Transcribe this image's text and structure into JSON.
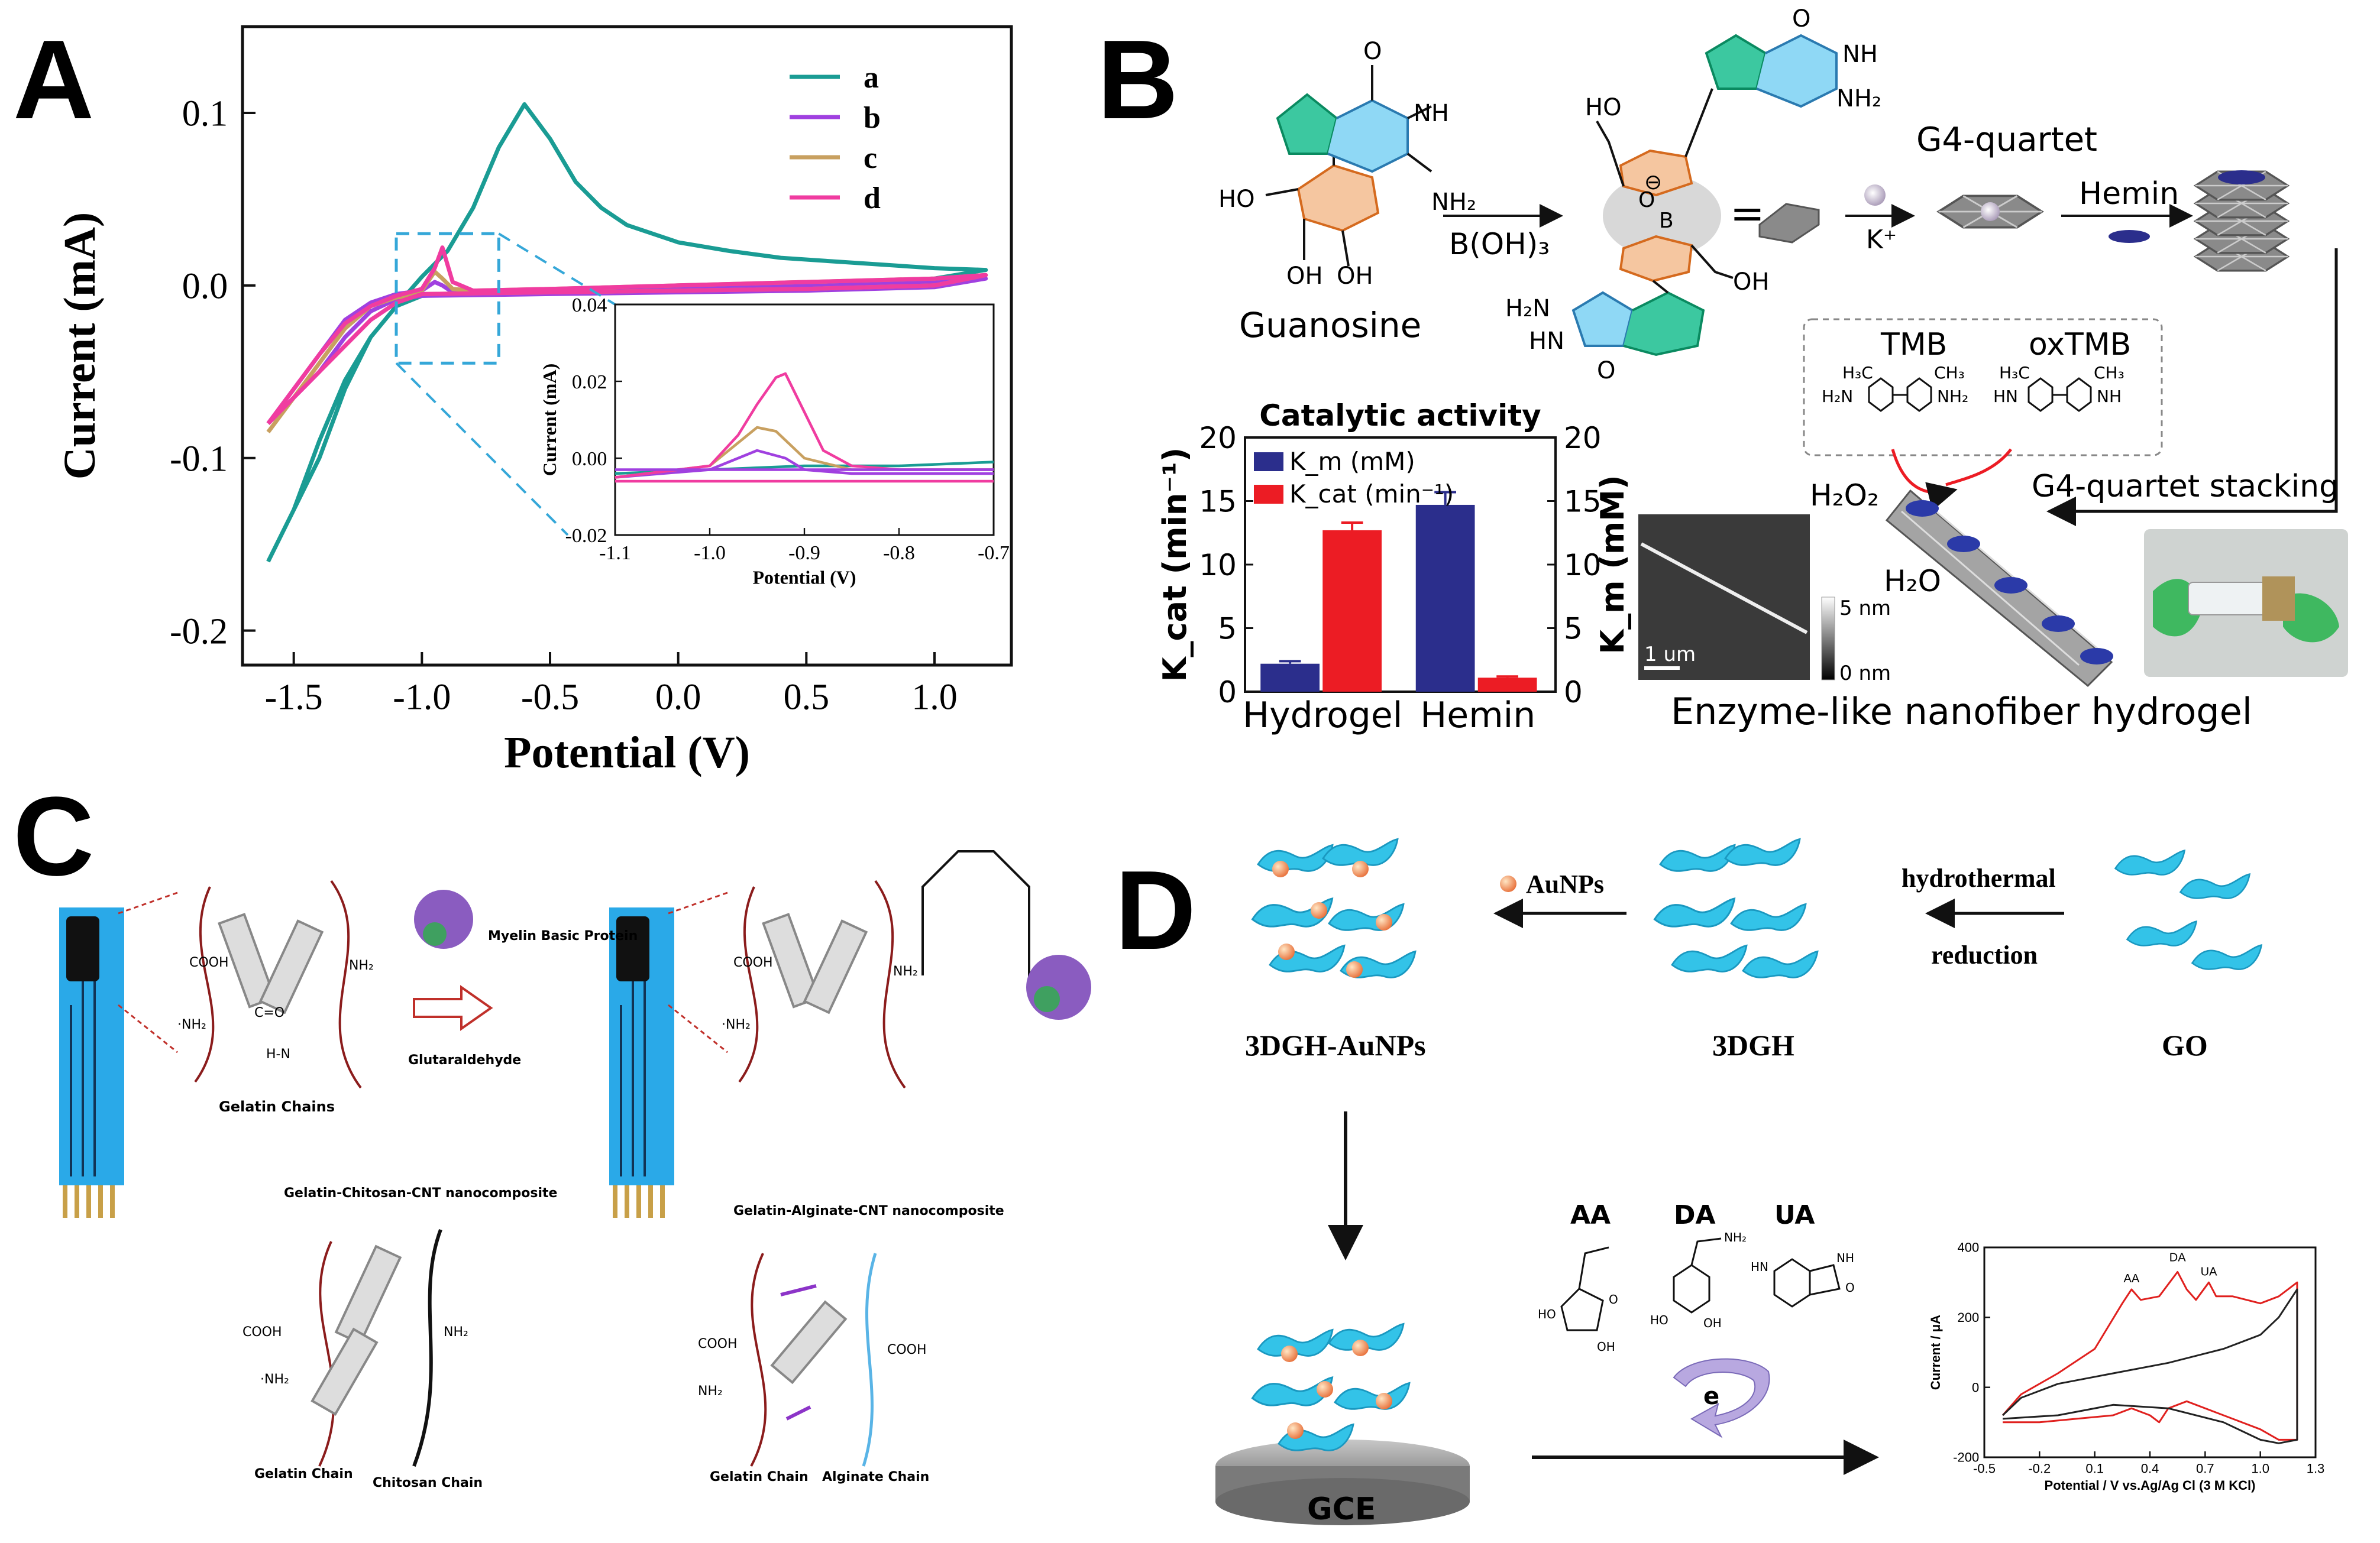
{
  "panels": {
    "A": {
      "letter": "A"
    },
    "B": {
      "letter": "B"
    },
    "C": {
      "letter": "C"
    },
    "D": {
      "letter": "D"
    }
  },
  "chart_data": [
    {
      "type": "line",
      "panel": "A",
      "xlabel": "Potential (V)",
      "ylabel": "Current (mA)",
      "xlim": [
        -1.7,
        1.3
      ],
      "ylim": [
        -0.22,
        0.15
      ],
      "xticks": [
        "-1.5",
        "-1.0",
        "-0.5",
        "0.0",
        "0.5",
        "1.0"
      ],
      "xtick_values": [
        -1.5,
        -1.0,
        -0.5,
        0.0,
        0.5,
        1.0
      ],
      "yticks": [
        "-0.2",
        "-0.1",
        "0.0",
        "0.1"
      ],
      "ytick_values": [
        -0.2,
        -0.1,
        0.0,
        0.1
      ],
      "legend_position": "top-right",
      "series": [
        {
          "name": "a",
          "color": "#1a9c94",
          "x": [
            -1.6,
            -1.5,
            -1.4,
            -1.3,
            -1.2,
            -1.1,
            -1.0,
            -0.9,
            -0.8,
            -0.7,
            -0.6,
            -0.5,
            -0.4,
            -0.3,
            -0.2,
            0.0,
            0.2,
            0.4,
            0.6,
            0.8,
            1.0,
            1.2,
            1.0,
            0.8,
            0.6,
            0.4,
            0.2,
            0.0,
            -0.2,
            -0.4,
            -0.6,
            -0.8,
            -1.0,
            -1.1,
            -1.2,
            -1.3,
            -1.4,
            -1.5,
            -1.6
          ],
          "y": [
            -0.16,
            -0.13,
            -0.09,
            -0.055,
            -0.03,
            -0.012,
            0.005,
            0.02,
            0.045,
            0.08,
            0.105,
            0.085,
            0.06,
            0.045,
            0.035,
            0.025,
            0.02,
            0.016,
            0.014,
            0.012,
            0.01,
            0.009,
            0.004,
            0.003,
            0.002,
            0.001,
            0.0,
            -0.001,
            -0.002,
            -0.003,
            -0.004,
            -0.005,
            -0.006,
            -0.012,
            -0.03,
            -0.06,
            -0.1,
            -0.13,
            -0.16
          ]
        },
        {
          "name": "b",
          "color": "#a040e0",
          "x": [
            -1.6,
            -1.5,
            -1.4,
            -1.3,
            -1.2,
            -1.1,
            -1.0,
            -0.95,
            -0.92,
            -0.88,
            -0.8,
            -0.5,
            0.0,
            0.5,
            1.0,
            1.2,
            1.0,
            0.5,
            0.0,
            -0.5,
            -1.0,
            -1.1,
            -1.2,
            -1.3,
            -1.4,
            -1.5,
            -1.6
          ],
          "y": [
            -0.08,
            -0.06,
            -0.04,
            -0.02,
            -0.01,
            -0.005,
            -0.003,
            0.002,
            0.0,
            -0.004,
            -0.004,
            -0.003,
            -0.002,
            0.0,
            0.002,
            0.004,
            -0.001,
            -0.003,
            -0.004,
            -0.005,
            -0.006,
            -0.008,
            -0.015,
            -0.03,
            -0.05,
            -0.065,
            -0.08
          ]
        },
        {
          "name": "c",
          "color": "#c8a060",
          "x": [
            -1.6,
            -1.5,
            -1.4,
            -1.3,
            -1.2,
            -1.1,
            -1.0,
            -0.95,
            -0.92,
            -0.88,
            -0.8,
            -0.5,
            0.0,
            0.5,
            1.0,
            1.2,
            1.0,
            0.5,
            0.0,
            -0.5,
            -1.0,
            -1.1,
            -1.2,
            -1.3,
            -1.4,
            -1.5,
            -1.6
          ],
          "y": [
            -0.085,
            -0.065,
            -0.045,
            -0.025,
            -0.012,
            -0.006,
            -0.003,
            0.008,
            0.004,
            -0.002,
            -0.003,
            -0.002,
            0.0,
            0.002,
            0.004,
            0.006,
            0.0,
            -0.002,
            -0.003,
            -0.004,
            -0.005,
            -0.007,
            -0.012,
            -0.025,
            -0.045,
            -0.065,
            -0.085
          ]
        },
        {
          "name": "d",
          "color": "#f03ca0",
          "x": [
            -1.6,
            -1.5,
            -1.4,
            -1.3,
            -1.2,
            -1.1,
            -1.0,
            -0.95,
            -0.92,
            -0.88,
            -0.8,
            -0.5,
            0.0,
            0.5,
            1.0,
            1.2,
            1.0,
            0.5,
            0.0,
            -0.5,
            -1.0,
            -1.1,
            -1.2,
            -1.3,
            -1.4,
            -1.5,
            -1.6
          ],
          "y": [
            -0.08,
            -0.06,
            -0.04,
            -0.022,
            -0.012,
            -0.006,
            -0.002,
            0.01,
            0.022,
            0.002,
            -0.003,
            -0.002,
            0.0,
            0.002,
            0.004,
            0.006,
            0.0,
            -0.002,
            -0.003,
            -0.004,
            -0.005,
            -0.01,
            -0.02,
            -0.035,
            -0.05,
            -0.065,
            -0.08
          ]
        }
      ]
    },
    {
      "type": "line",
      "panel": "A-inset",
      "xlabel": "Potential (V)",
      "ylabel": "Current (mA)",
      "xlim": [
        -1.1,
        -0.7
      ],
      "ylim": [
        -0.02,
        0.04
      ],
      "xticks": [
        "-1.1",
        "-1.0",
        "-0.9",
        "-0.8",
        "-0.7"
      ],
      "xtick_values": [
        -1.1,
        -1.0,
        -0.9,
        -0.8,
        -0.7
      ],
      "yticks": [
        "-0.02",
        "0.00",
        "0.02",
        "0.04"
      ],
      "ytick_values": [
        -0.02,
        0.0,
        0.02,
        0.04
      ],
      "series": [
        {
          "name": "a",
          "color": "#1a9c94",
          "x": [
            -1.1,
            -1.0,
            -0.9,
            -0.8,
            -0.7
          ],
          "y": [
            -0.004,
            -0.003,
            -0.002,
            -0.002,
            -0.001
          ]
        },
        {
          "name": "b",
          "color": "#a040e0",
          "x": [
            -1.1,
            -1.0,
            -0.97,
            -0.95,
            -0.92,
            -0.9,
            -0.85,
            -0.8,
            -0.7
          ],
          "y": [
            -0.005,
            -0.003,
            0.0,
            0.002,
            0.0,
            -0.003,
            -0.004,
            -0.004,
            -0.004
          ]
        },
        {
          "name": "c",
          "color": "#c8a060",
          "x": [
            -1.1,
            -1.0,
            -0.97,
            -0.95,
            -0.93,
            -0.9,
            -0.85,
            -0.8,
            -0.7
          ],
          "y": [
            -0.005,
            -0.002,
            0.004,
            0.008,
            0.007,
            0.0,
            -0.003,
            -0.003,
            -0.003
          ]
        },
        {
          "name": "d",
          "color": "#f03ca0",
          "x": [
            -1.1,
            -1.0,
            -0.97,
            -0.95,
            -0.93,
            -0.92,
            -0.9,
            -0.88,
            -0.85,
            -0.8,
            -0.7
          ],
          "y": [
            -0.005,
            -0.002,
            0.006,
            0.014,
            0.021,
            0.022,
            0.012,
            0.002,
            -0.002,
            -0.003,
            -0.003
          ]
        }
      ],
      "extra_lines": [
        {
          "color": "#f03ca0",
          "x": [
            -1.1,
            -0.7
          ],
          "y": [
            -0.006,
            -0.006
          ]
        },
        {
          "color": "#a040e0",
          "x": [
            -1.1,
            -0.7
          ],
          "y": [
            -0.003,
            -0.003
          ]
        }
      ]
    },
    {
      "type": "bar",
      "panel": "B-catalytic",
      "title": "Catalytic activity",
      "categories": [
        "Hydrogel",
        "Hemin"
      ],
      "ylabel_left": "K_cat (min⁻¹)",
      "ylabel_right": "K_m (mM)",
      "ylim": [
        0,
        20
      ],
      "yticks": [
        "0",
        "5",
        "10",
        "15",
        "20"
      ],
      "ytick_values": [
        0,
        5,
        10,
        15,
        20
      ],
      "series": [
        {
          "name": "K_m (mM)",
          "color": "#2b2e8c",
          "values": [
            2.2,
            14.7
          ],
          "errors": [
            0.2,
            1.0
          ]
        },
        {
          "name": "K_cat (min⁻¹)",
          "color": "#ec1c24",
          "values": [
            12.7,
            1.1
          ],
          "errors": [
            0.6,
            0.1
          ]
        }
      ]
    },
    {
      "type": "line",
      "panel": "D-cv",
      "xlabel": "Potential / V vs.Ag/Ag Cl (3 M KCl)",
      "ylabel": "Current / μA",
      "xlim": [
        -0.5,
        1.3
      ],
      "ylim": [
        -200,
        400
      ],
      "xticks": [
        "-0.5",
        "-0.2",
        "0.1",
        "0.4",
        "0.7",
        "1.0",
        "1.3"
      ],
      "xtick_values": [
        -0.5,
        -0.2,
        0.1,
        0.4,
        0.7,
        1.0,
        1.3
      ],
      "yticks": [
        "-200",
        "0",
        "200",
        "400"
      ],
      "ytick_values": [
        -200,
        0,
        200,
        400
      ],
      "annotations": [
        "AA",
        "DA",
        "UA"
      ],
      "series": [
        {
          "name": "",
          "color": "#e0201e",
          "x": [
            -0.4,
            -0.3,
            -0.1,
            0.1,
            0.25,
            0.3,
            0.35,
            0.45,
            0.55,
            0.6,
            0.65,
            0.72,
            0.76,
            0.85,
            1.0,
            1.1,
            1.2,
            1.2,
            1.1,
            1.0,
            0.8,
            0.6,
            0.5,
            0.45,
            0.4,
            0.3,
            0.2,
            0.0,
            -0.2,
            -0.4
          ],
          "y": [
            -80,
            -20,
            40,
            110,
            240,
            280,
            250,
            260,
            330,
            280,
            250,
            300,
            260,
            260,
            240,
            260,
            300,
            -150,
            -150,
            -120,
            -80,
            -40,
            -60,
            -100,
            -80,
            -60,
            -80,
            -90,
            -100,
            -100
          ]
        },
        {
          "name": "",
          "color": "#222222",
          "x": [
            -0.4,
            -0.3,
            -0.1,
            0.2,
            0.5,
            0.8,
            1.0,
            1.1,
            1.2,
            1.2,
            1.1,
            1.0,
            0.8,
            0.5,
            0.2,
            -0.1,
            -0.4
          ],
          "y": [
            -80,
            -30,
            10,
            40,
            70,
            110,
            150,
            200,
            280,
            -150,
            -160,
            -150,
            -100,
            -60,
            -50,
            -80,
            -90
          ]
        }
      ]
    }
  ],
  "panel_b": {
    "guanosine_label": "Guanosine",
    "reagent": "B(OH)₃",
    "equals": "=",
    "k_plus": "K⁺",
    "g4_quartet": "G4-quartet",
    "hemin": "Hemin",
    "stacking": "G4-quartet stacking",
    "tmb": "TMB",
    "oxtmb": "oxTMB",
    "h2o2": "H₂O₂",
    "h2o": "H₂O",
    "scale_bar": "1 um",
    "height_max": "5 nm",
    "height_min": "0 nm",
    "bottom_label": "Enzyme-like nanofiber hydrogel",
    "chem": {
      "ho1": "HO",
      "oh1": "OH",
      "oh2": "OH",
      "o_top": "O",
      "nh": "NH",
      "nh2": "NH₂",
      "n": "N",
      "ho_c": "HO",
      "o_c": "O",
      "nh2_c": "NH₂",
      "nh_c": "NH",
      "oh_c": "OH",
      "h2n_c": "H₂N",
      "hn_c": "HN",
      "o_c2": "O",
      "h3c": "H₃C",
      "ch3": "CH₃",
      "h2n_t": "H₂N",
      "nh2_t": "NH₂",
      "hn_t": "HN",
      "nh_t": "NH",
      "borate_o": "O",
      "borate_b": "B",
      "borate_minus": "⊖"
    }
  },
  "panel_c": {
    "myelin": "Myelin Basic Protein",
    "glutaraldehyde": "Glutaraldehyde",
    "gelatin_chains": "Gelatin Chains",
    "gcc_title": "Gelatin-Chitosan-CNT nanocomposite",
    "gac_title": "Gelatin-Alginate-CNT nanocomposite",
    "gelatin_chain": "Gelatin Chain",
    "chitosan_chain": "Chitosan Chain",
    "gelatin_chain2": "Gelatin Chain",
    "alginate_chain": "Alginate Chain",
    "cooh": "COOH",
    "nh2": "NH₂",
    "nh2b": "·NH₂",
    "nh": "NH",
    "hn": "H-N",
    "co": "C=O"
  },
  "panel_d": {
    "aunps": "AuNPs",
    "hydrothermal": "hydrothermal",
    "reduction": "reduction",
    "label_3dgh_aunps": "3DGH-AuNPs",
    "label_3dgh": "3DGH",
    "label_go": "GO",
    "gce": "GCE",
    "aa": "AA",
    "da": "DA",
    "ua": "UA",
    "electron": "e",
    "chem": {
      "ho": "HO",
      "oh": "OH",
      "o": "O",
      "nh2": "NH₂",
      "hn": "HN",
      "nh": "NH"
    }
  }
}
